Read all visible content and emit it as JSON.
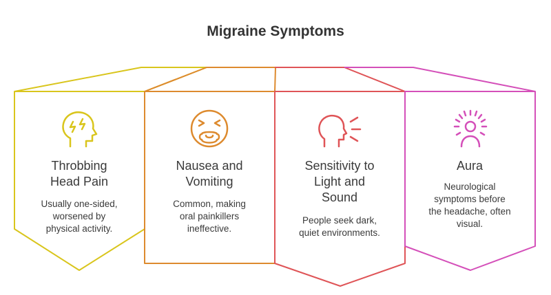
{
  "title": "Migraine Symptoms",
  "colors": {
    "yellow": "#d9c51c",
    "orange": "#dd8a2e",
    "red": "#df5457",
    "magenta": "#d44fb9",
    "text": "#3a3a3a"
  },
  "panels": [
    {
      "heading_lines": [
        "Throbbing",
        "Head Pain"
      ],
      "desc_lines": [
        "Usually one-sided,",
        "worsened by",
        "physical activity."
      ],
      "icon": "head-lightning-icon"
    },
    {
      "heading_lines": [
        "Nausea and",
        "Vomiting"
      ],
      "desc_lines": [
        "Common, making",
        "oral painkillers",
        "ineffective."
      ],
      "icon": "nauseous-face-icon"
    },
    {
      "heading_lines": [
        "Sensitivity to",
        "Light and",
        "Sound"
      ],
      "desc_lines": [
        "People seek dark,",
        "quiet environments."
      ],
      "icon": "head-light-rays-icon"
    },
    {
      "heading_lines": [
        "Aura"
      ],
      "desc_lines": [
        "Neurological",
        "symptoms before",
        "the headache, often",
        "visual."
      ],
      "icon": "person-aura-icon"
    }
  ]
}
